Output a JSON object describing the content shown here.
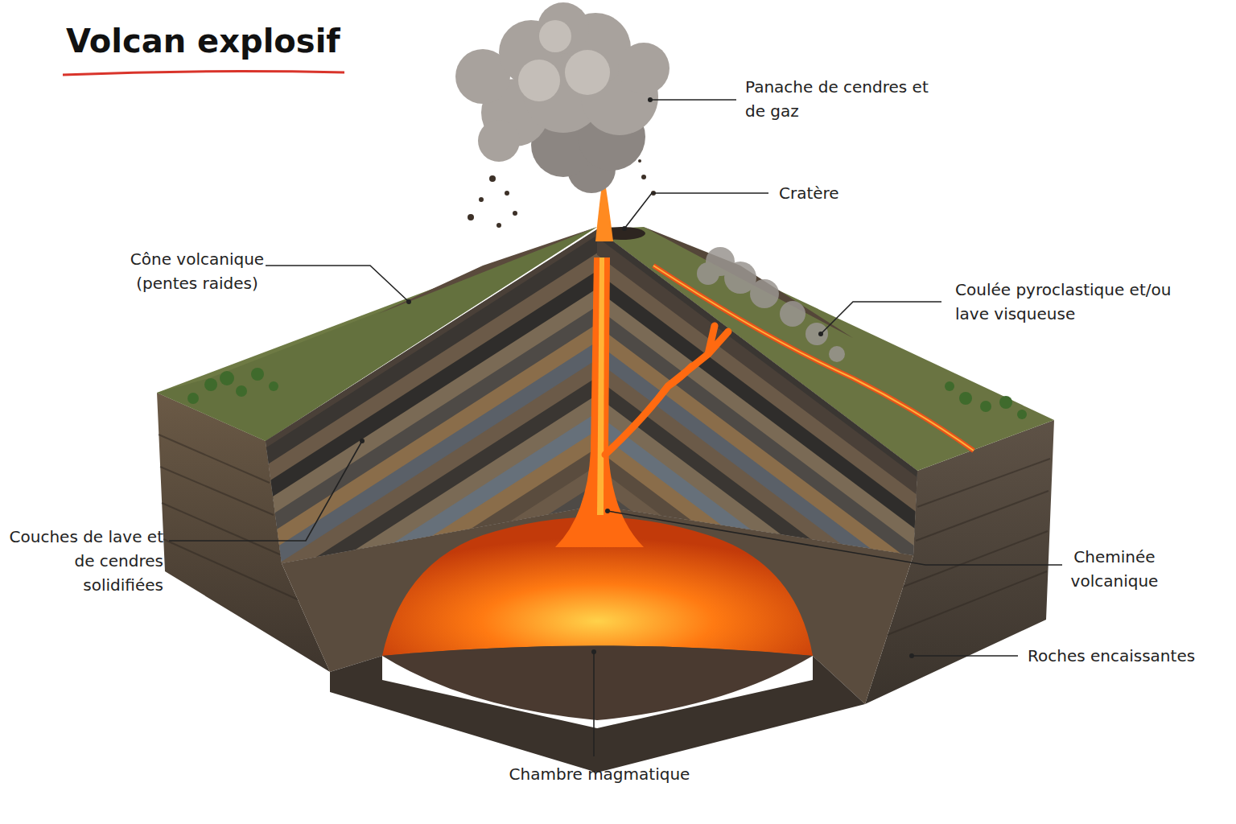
{
  "diagram": {
    "title": "Volcan explosif",
    "labels": [
      "Panache de cendres et de gaz",
      "Cratère",
      "Cône volcanique (pentes raides)",
      "Coulée pyroclastique et/ou lave visqueuse",
      "Couches de lave et de cendres solidifiées",
      "Cheminée volcanique",
      "Roches encaissantes",
      "Chambre magmatique"
    ]
  }
}
